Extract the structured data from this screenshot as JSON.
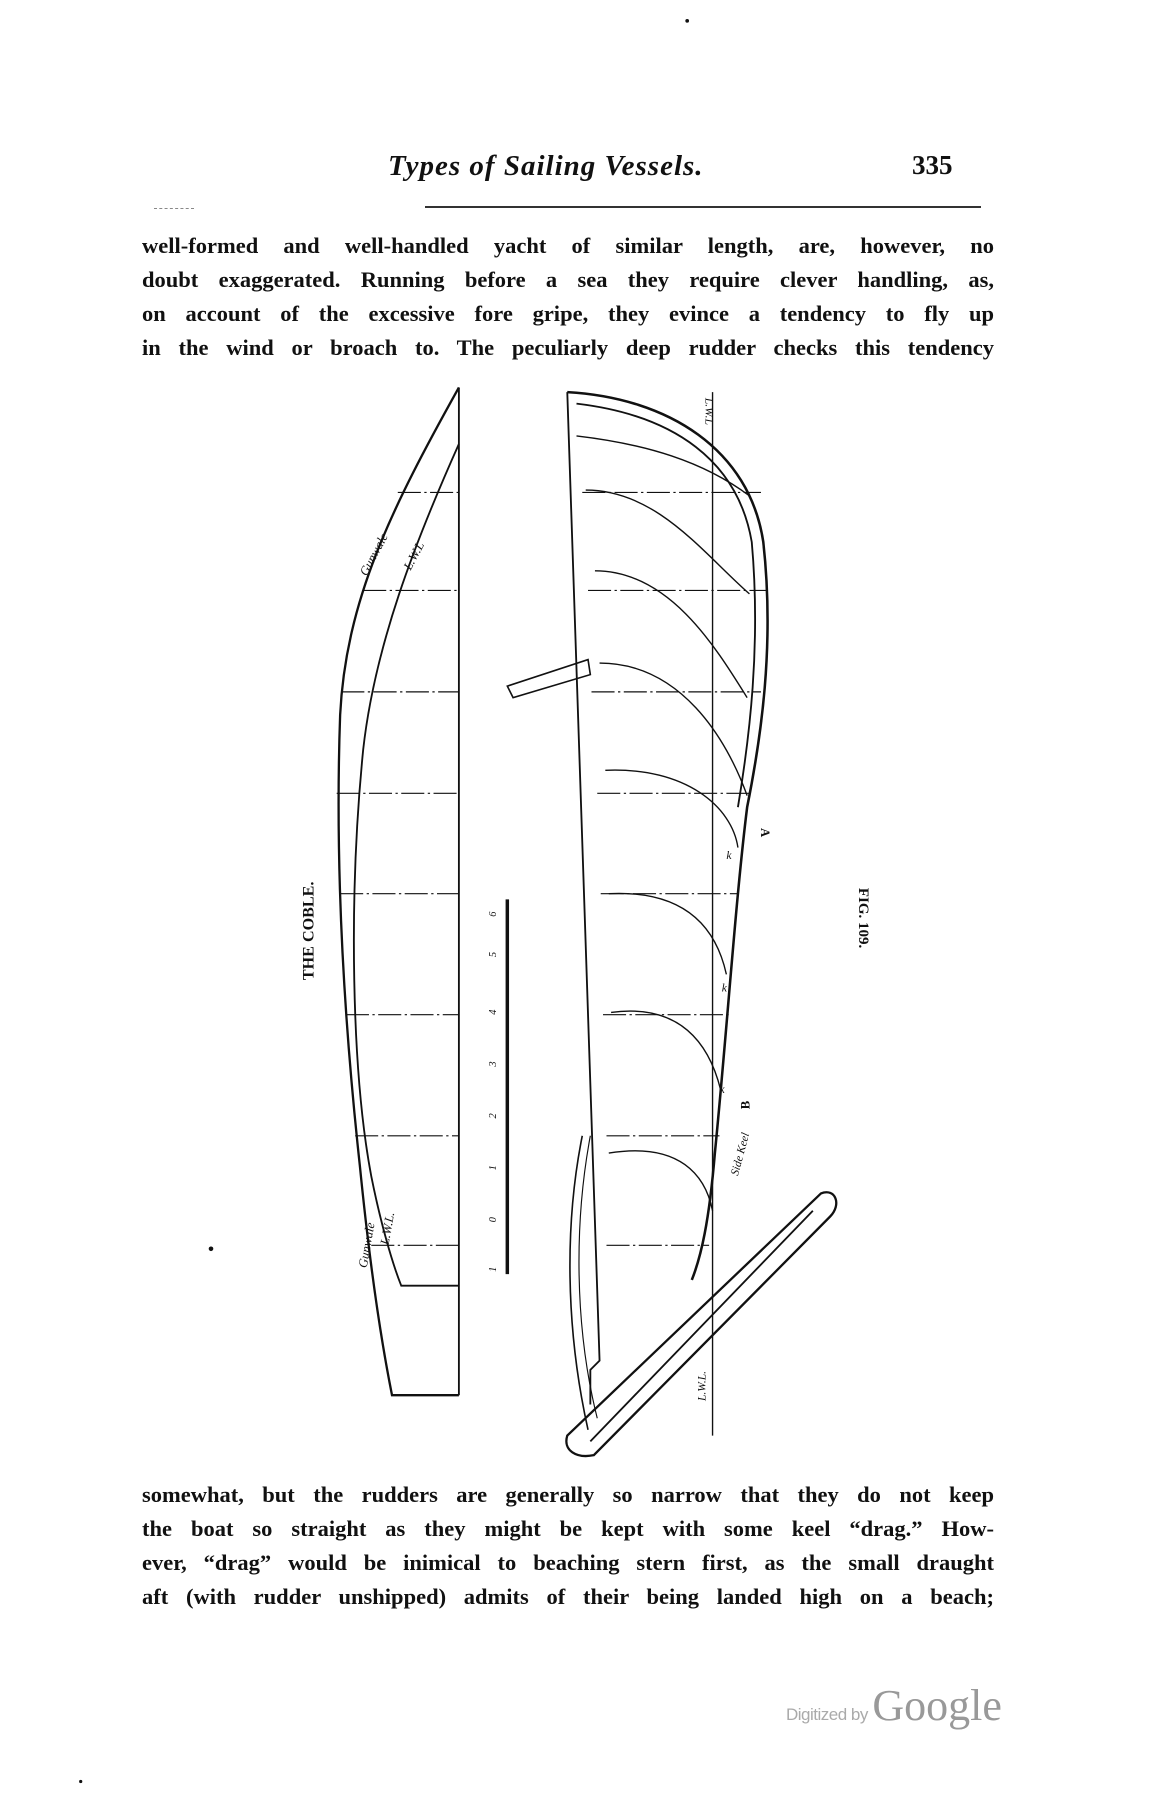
{
  "running_head": {
    "title": "Types of Sailing Vessels.",
    "page_number": "335"
  },
  "paragraph_top": [
    "well-formed and well-handled yacht of similar length, are, however, no",
    "doubt exaggerated.  Running before a sea they require clever handling, as,",
    "on account of the excessive fore gripe, they evince a tendency to fly up",
    "in the wind or broach to.  The peculiarly deep rudder checks this tendency"
  ],
  "figure": {
    "title": "THE COBLE.",
    "caption": "FIG. 109.",
    "labels": {
      "gunwale_top": "Gunwale",
      "lwl_top": "L.W.L",
      "gunwale_bottom": "Gunwale",
      "lwl_bottom": "L.W.L.",
      "lwl_profile_top": "L.W.L",
      "lwl_profile_bottom": "L.W.L.",
      "side_keel": "Side Keel",
      "point_a": "A",
      "point_b": "B",
      "k": "k"
    },
    "scale_ticks": [
      "1",
      "0",
      "1",
      "2",
      "3",
      "4",
      "5",
      "6"
    ]
  },
  "paragraph_bottom": [
    "somewhat, but the rudders are generally so narrow that they do not keep",
    "the boat so straight as they might be kept with some keel “drag.”  How-",
    "ever, “drag” would be inimical to beaching stern first, as the small draught",
    "aft (with rudder unshipped) admits of their being landed high on a beach;"
  ],
  "watermark": {
    "prefix": "Digitized by",
    "brand": "Google"
  }
}
